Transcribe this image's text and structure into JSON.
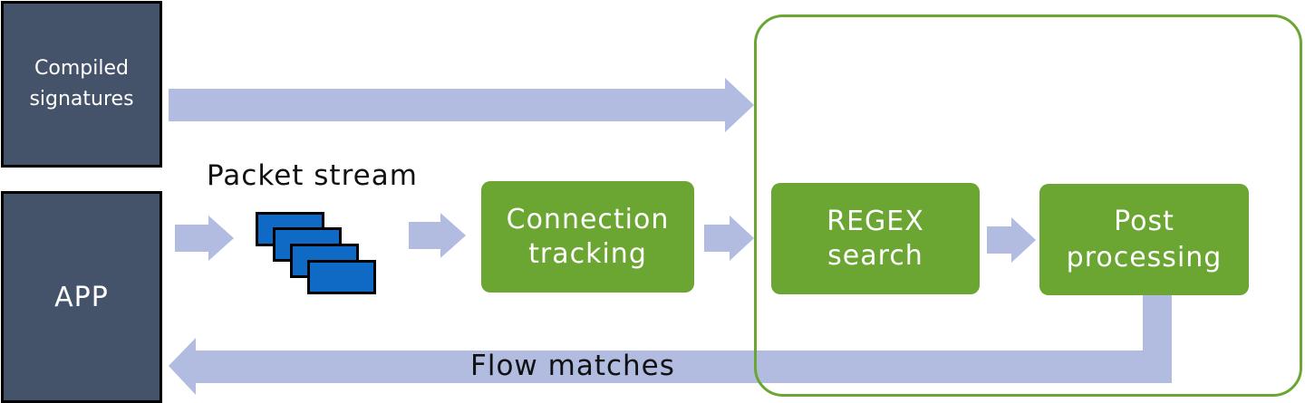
{
  "colors": {
    "dark_box": "#44526a",
    "green": "#6ba632",
    "arrow": "#b1bce0",
    "packet": "#0e6ac4"
  },
  "nodes": {
    "compiled_signatures": "Compiled\nsignatures",
    "app": "APP",
    "connection_tracking": "Connection\ntracking",
    "regex_search": "REGEX\nsearch",
    "post_processing": "Post\nprocessing"
  },
  "labels": {
    "packet_stream": "Packet stream",
    "flow_matches": "Flow matches"
  },
  "icons": {
    "packet_stack": "packet-stack-icon"
  }
}
